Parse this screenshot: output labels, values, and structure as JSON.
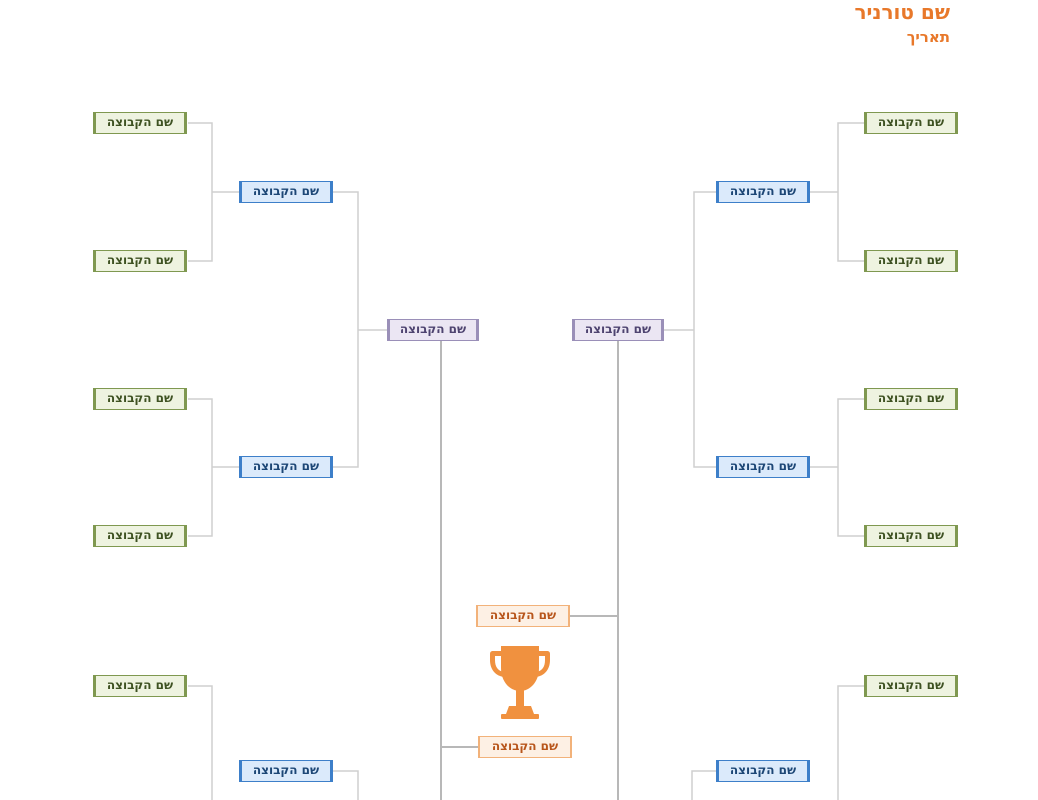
{
  "header": {
    "tournament_name": "שם טורניר",
    "date_label": "תאריך"
  },
  "colors": {
    "accent": "#e8782a",
    "round1": "#7f9850",
    "round2": "#3d7fc9",
    "round3": "#9a8fb8",
    "final": "#f2b27a",
    "lines": "#c8c8c8"
  },
  "bracket": {
    "left_round1": [
      "שם הקבוצה",
      "שם הקבוצה",
      "שם הקבוצה",
      "שם הקבוצה",
      "שם הקבוצה"
    ],
    "left_round2": [
      "שם הקבוצה",
      "שם הקבוצה",
      "שם הקבוצה"
    ],
    "left_round3": [
      "שם הקבוצה"
    ],
    "right_round1": [
      "שם הקבוצה",
      "שם הקבוצה",
      "שם הקבוצה",
      "שם הקבוצה",
      "שם הקבוצה"
    ],
    "right_round2": [
      "שם הקבוצה",
      "שם הקבוצה",
      "שם הקבוצה"
    ],
    "right_round3": [
      "שם הקבוצה"
    ],
    "finalists": [
      "שם הקבוצה",
      "שם הקבוצה"
    ],
    "trophy_icon": "trophy-icon"
  }
}
